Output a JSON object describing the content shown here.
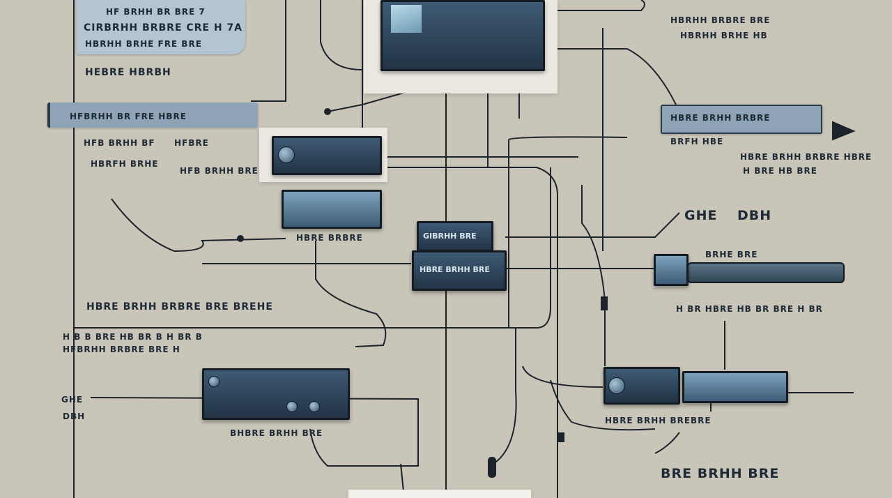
{
  "labels": {
    "l1": "HF BRHH BR BRE 7",
    "l2": "CIRBRHH BRBRE CRE H 7A",
    "l3": "HBRHH BRHE FRE BRE",
    "l4": "HEBRE HBRBH",
    "l5": "HFBRHH BR FRE HBRE",
    "l6": "HFB BRHH BF",
    "l7": "HFBRE",
    "l8": "HBRFH BRHE",
    "l9": "HBRE BRHH BRBRE BRE BREHE",
    "l10": "H B B BRE HB BR B H BR B",
    "l11": "GHE",
    "l12": "DBH",
    "l13": "HBRHH BRHE HB",
    "l14": "HBRHH BRBRE BRE",
    "l15": "H BR HBRE HB BR BRE H BR",
    "l16": "HBRE BRHH BRBRE",
    "l17": "HBRE BRHH BRBRE HBRE",
    "l18": "H BRE HB BRE",
    "l19": "BRHE BRE",
    "l20": "BRFH HBE",
    "l21": "HBRE BRBRE",
    "l22": "HFB BRHH BRE",
    "l23": "HFBRHH BRBRE BRE H",
    "l24": "BHBRE BRHH BRE",
    "l25": "HBRE BRHH BREBRE",
    "l26": "BRE BRHH BRE",
    "chip1": "GIBRHH BRE",
    "chip2": "HBRE BRHH BRE"
  }
}
